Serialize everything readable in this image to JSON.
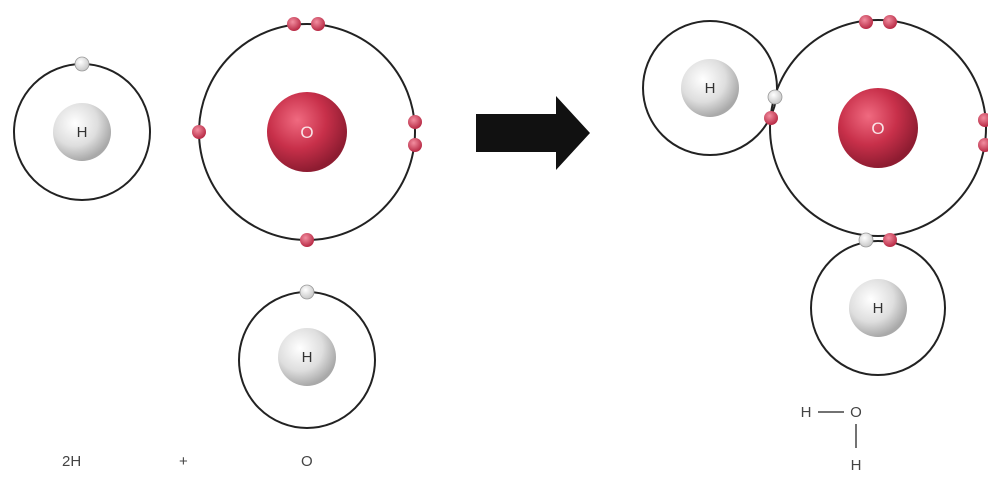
{
  "colors": {
    "oxygen": "#c8304a",
    "oxygen_electron": "#d0455f",
    "hydrogen": "#e3e3e3",
    "hydrogen_electron": "#f2f2f2",
    "shell": "#222222",
    "arrow": "#111111"
  },
  "labels": {
    "hydrogen": "H",
    "oxygen": "O"
  },
  "equation": {
    "reactant_hydrogen": "2H",
    "plus": "+",
    "reactant_oxygen": "O"
  },
  "structural_formula": {
    "left_h": "H",
    "center_o": "O",
    "bottom_h": "H",
    "bond_horizontal": "—",
    "bond_vertical": "|"
  },
  "icons": {
    "reaction_arrow": "right-arrow-icon"
  }
}
